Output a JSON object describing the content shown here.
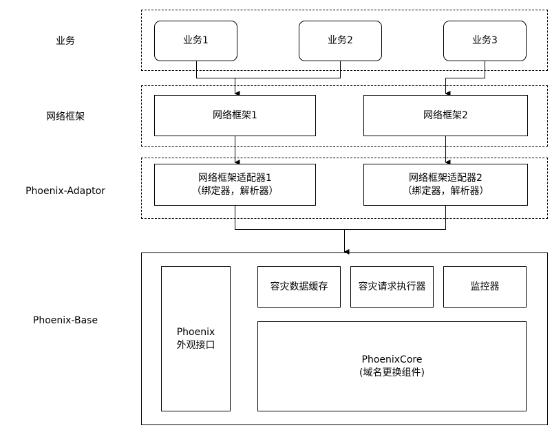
{
  "layers": {
    "business": "业务",
    "framework": "网络框架",
    "adaptor": "Phoenix-Adaptor",
    "base": "Phoenix-Base"
  },
  "business_boxes": [
    "业务1",
    "业务2",
    "业务3"
  ],
  "framework_boxes": [
    "网络框架1",
    "网络框架2"
  ],
  "adaptor_boxes": [
    {
      "line1": "网络框架适配器1",
      "line2": "（绑定器，解析器）"
    },
    {
      "line1": "网络框架适配器2",
      "line2": "（绑定器，解析器）"
    }
  ],
  "base": {
    "facade": {
      "line1": "Phoenix",
      "line2": "外观接口"
    },
    "disaster_cache": "容灾数据缓存",
    "disaster_executor": "容灾请求执行器",
    "monitor": "监控器",
    "core": {
      "line1": "PhoenixCore",
      "line2": "(域名更换组件)"
    }
  }
}
